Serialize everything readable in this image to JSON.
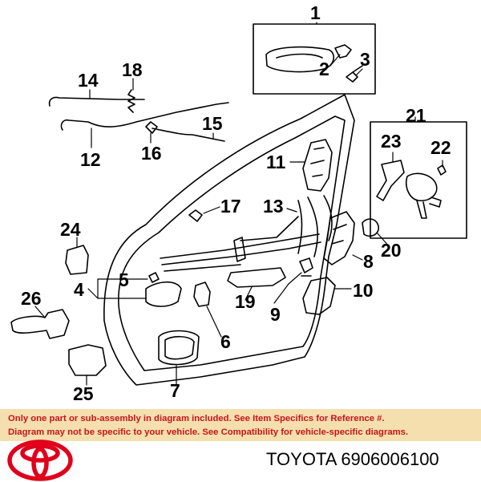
{
  "callouts": {
    "c1": "1",
    "c2": "2",
    "c3": "3",
    "c4": "4",
    "c5": "5",
    "c6": "6",
    "c7": "7",
    "c8": "8",
    "c9": "9",
    "c10": "10",
    "c11": "11",
    "c12": "12",
    "c13": "13",
    "c14": "14",
    "c15": "15",
    "c16": "16",
    "c17": "17",
    "c18": "18",
    "c19": "19",
    "c20": "20",
    "c21": "21",
    "c22": "22",
    "c23": "23",
    "c24": "24",
    "c25": "25",
    "c26": "26"
  },
  "notice": {
    "line1": "Only one part or sub-assembly in diagram included. See Item Specifics for Reference #.",
    "line2": "Diagram may not be specific to your vehicle. See Compatibility for vehicle-specific diagrams."
  },
  "footer": {
    "brand_part": "TOYOTA 6906006100",
    "logo_icon": "toyota-logo-icon"
  },
  "colors": {
    "notice_bg": "#f5dfae",
    "notice_text": "#c8141b",
    "logo": "#e0001b"
  }
}
